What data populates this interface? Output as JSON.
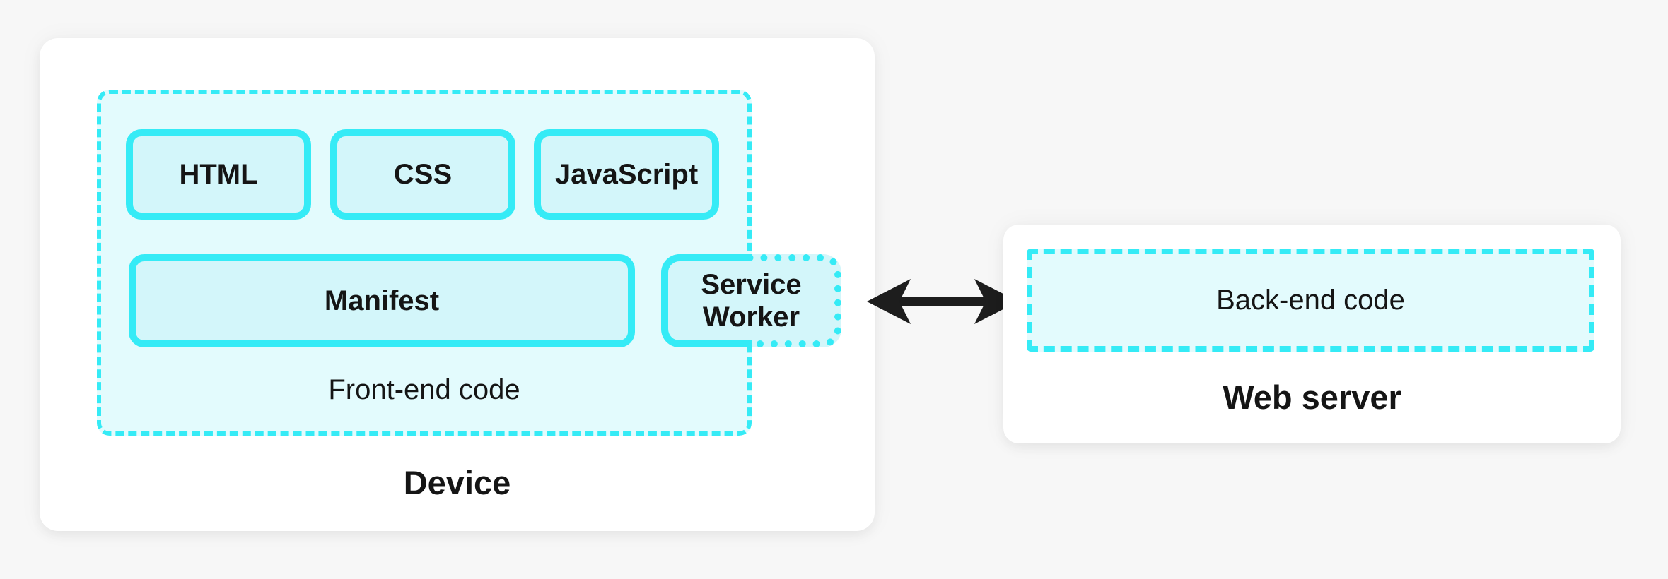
{
  "colors": {
    "background": "#f7f7f7",
    "panel": "#ffffff",
    "accent": "#35ebf6",
    "box_fill": "#d3f6fa",
    "container_fill": "#e3fbfd",
    "text": "#151515",
    "arrow": "#1d1d1d"
  },
  "device": {
    "title": "Device",
    "frontend": {
      "label": "Front-end code",
      "row1": [
        {
          "label": "HTML"
        },
        {
          "label": "CSS"
        },
        {
          "label": "JavaScript"
        }
      ],
      "manifest": {
        "label": "Manifest"
      },
      "service_worker": {
        "label": "Service Worker"
      }
    }
  },
  "server": {
    "title": "Web server",
    "backend": {
      "label": "Back-end code"
    }
  },
  "arrow": {
    "type": "double-headed",
    "direction": "horizontal"
  }
}
